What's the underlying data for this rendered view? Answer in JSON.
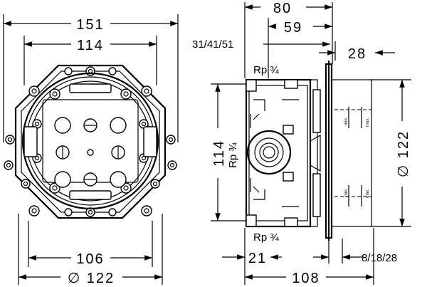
{
  "front_view": {
    "dims": {
      "width_outer": "151",
      "width_inner": "114",
      "mount_spacing": "106",
      "diameter": "∅ 122"
    }
  },
  "side_view": {
    "dims": {
      "depth_total": "80",
      "depth_min": "59",
      "setting": "31/41/51",
      "cover_depth": "28",
      "height": "114",
      "diameter": "∅ 122",
      "offset": "21",
      "overall_depth": "108",
      "cover_range": "8/18/28"
    },
    "thread_labels": {
      "top": "Rp ¾",
      "side": "Rp ¾",
      "bottom": "Rp ¾"
    },
    "markings": {
      "min_top": "min.",
      "max_top": "max.",
      "min_bottom": "min.",
      "max_bottom": "max."
    }
  }
}
